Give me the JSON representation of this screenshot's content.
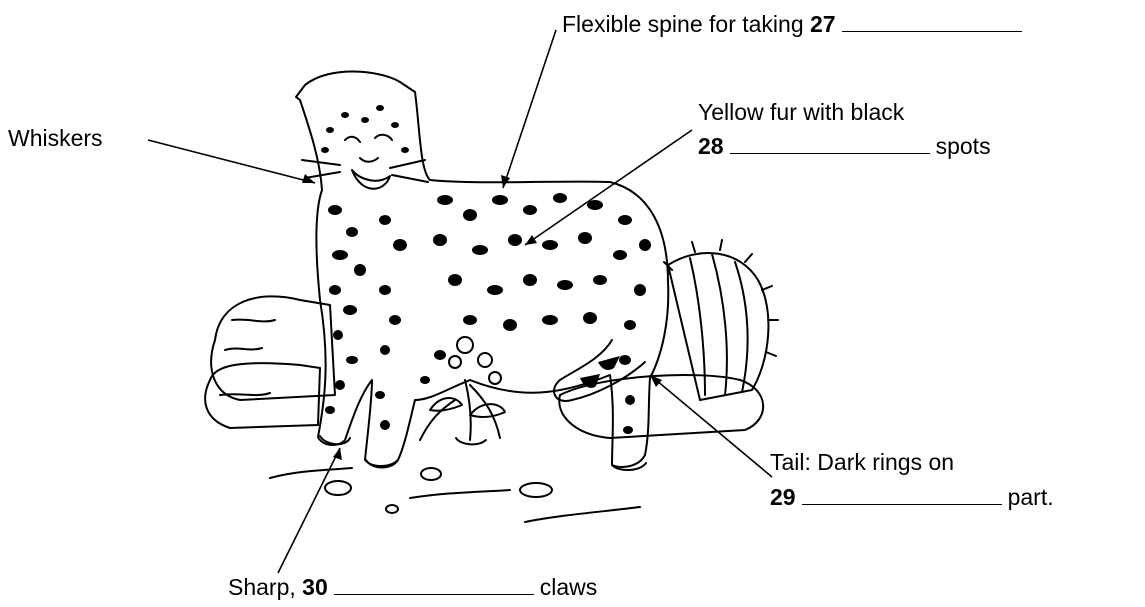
{
  "labels": {
    "whiskers": "Whiskers",
    "spine": {
      "text": "Flexible spine for taking",
      "number": "27"
    },
    "fur": {
      "line1": "Yellow fur with black",
      "number": "28",
      "suffix": "spots"
    },
    "tail": {
      "line1": "Tail: Dark rings on",
      "number": "29",
      "suffix": "part."
    },
    "claws": {
      "prefix": "Sharp,",
      "number": "30",
      "suffix": "claws"
    }
  },
  "colors": {
    "ink": "#000000",
    "paper": "#ffffff"
  }
}
